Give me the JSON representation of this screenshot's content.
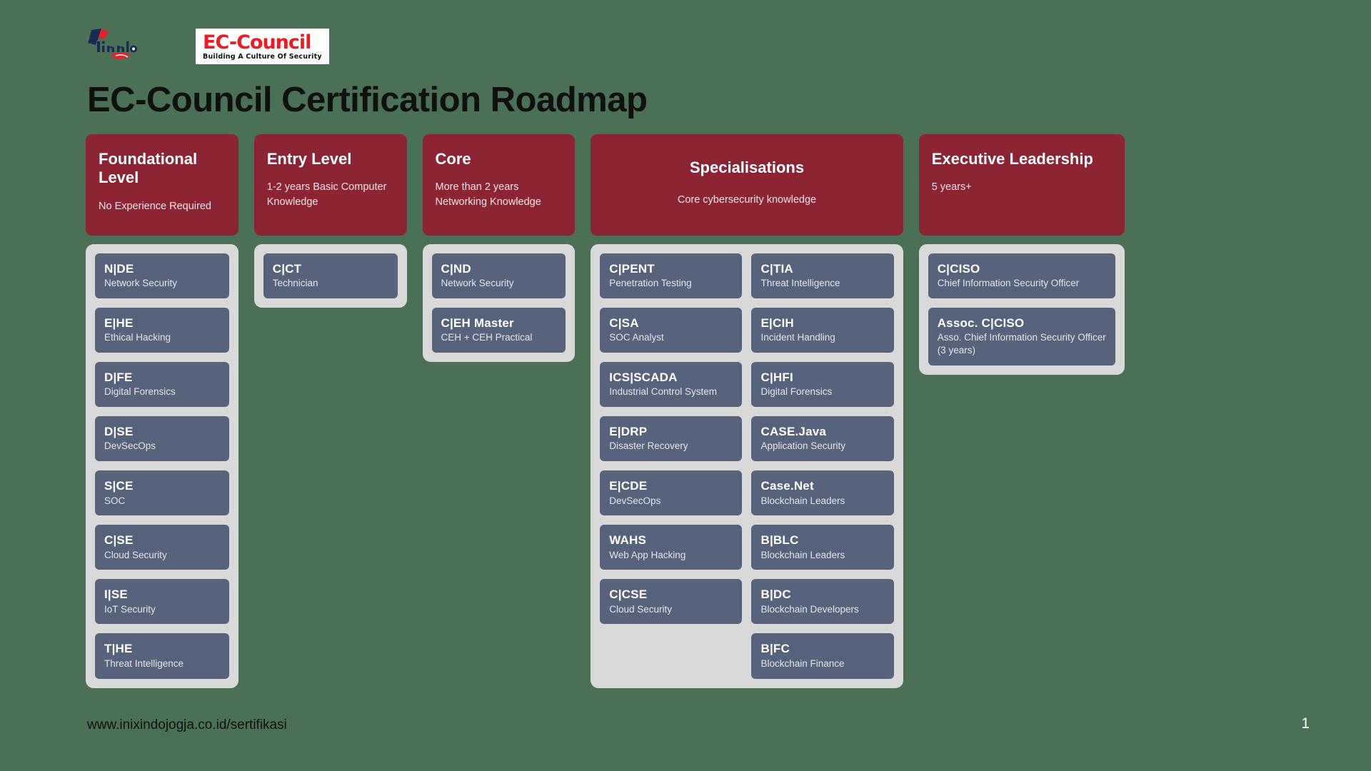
{
  "slide": {
    "background_color": "#4a7055",
    "title": "EC-Council Certification Roadmap",
    "footer_url": "www.inixindojogja.co.id/sertifikasi",
    "page_number": "1"
  },
  "logos": {
    "inixindo_alt": "inixindo jogja",
    "eccouncil_main": "EC-Council",
    "eccouncil_tagline": "Building A Culture Of Security"
  },
  "colors": {
    "header_band": "#8c2433",
    "tray": "#d9d9d9",
    "cert_card": "#57627d",
    "title_text": "#101010",
    "page_number_text": "#ffffff"
  },
  "columns": [
    {
      "id": "foundational",
      "title": "Foundational Level",
      "subtitle": "No Experience Required",
      "align": "left",
      "groups": [
        {
          "certs": [
            {
              "code": "N|DE",
              "desc": "Network Security"
            },
            {
              "code": "E|HE",
              "desc": "Ethical Hacking"
            },
            {
              "code": "D|FE",
              "desc": "Digital Forensics"
            },
            {
              "code": "D|SE",
              "desc": "DevSecOps"
            },
            {
              "code": "S|CE",
              "desc": "SOC"
            },
            {
              "code": "C|SE",
              "desc": "Cloud Security"
            },
            {
              "code": "I|SE",
              "desc": "IoT Security"
            },
            {
              "code": "T|HE",
              "desc": "Threat Intelligence"
            }
          ]
        }
      ]
    },
    {
      "id": "entry-level",
      "title": "Entry Level",
      "subtitle": "1-2 years Basic Computer Knowledge",
      "align": "left",
      "groups": [
        {
          "certs": [
            {
              "code": "C|CT",
              "desc": "Technician"
            }
          ]
        }
      ]
    },
    {
      "id": "core",
      "title": "Core",
      "subtitle": "More than 2 years Networking Knowledge",
      "align": "left",
      "groups": [
        {
          "certs": [
            {
              "code": "C|ND",
              "desc": "Network Security"
            },
            {
              "code": "C|EH Master",
              "desc": "CEH + CEH Practical"
            }
          ]
        }
      ]
    },
    {
      "id": "specialisations",
      "title": "Specialisations",
      "subtitle": "Core cybersecurity knowledge",
      "align": "center",
      "groups": [
        {
          "certs": [
            {
              "code": "C|PENT",
              "desc": "Penetration Testing"
            },
            {
              "code": "C|SA",
              "desc": "SOC Analyst"
            },
            {
              "code": "ICS|SCADA",
              "desc": "Industrial Control System"
            },
            {
              "code": "E|DRP",
              "desc": "Disaster Recovery"
            },
            {
              "code": "E|CDE",
              "desc": "DevSecOps"
            },
            {
              "code": "WAHS",
              "desc": "Web App Hacking"
            },
            {
              "code": "C|CSE",
              "desc": "Cloud Security"
            }
          ]
        },
        {
          "certs": [
            {
              "code": "C|TIA",
              "desc": "Threat Intelligence"
            },
            {
              "code": "E|CIH",
              "desc": "Incident Handling"
            },
            {
              "code": "C|HFI",
              "desc": "Digital Forensics"
            },
            {
              "code": "CASE.Java",
              "desc": "Application Security"
            },
            {
              "code": "Case.Net",
              "desc": "Blockchain Leaders"
            },
            {
              "code": "B|BLC",
              "desc": "Blockchain Leaders"
            },
            {
              "code": "B|DC",
              "desc": "Blockchain Developers"
            },
            {
              "code": "B|FC",
              "desc": "Blockchain Finance"
            }
          ]
        }
      ]
    },
    {
      "id": "executive-leadership",
      "title": "Executive Leadership",
      "subtitle": "5 years+",
      "align": "left",
      "groups": [
        {
          "certs": [
            {
              "code": "C|CISO",
              "desc": "Chief Information Security Officer"
            },
            {
              "code": "Assoc. C|CISO",
              "desc": "Asso. Chief Information Security Officer (3 years)"
            }
          ]
        }
      ]
    }
  ]
}
